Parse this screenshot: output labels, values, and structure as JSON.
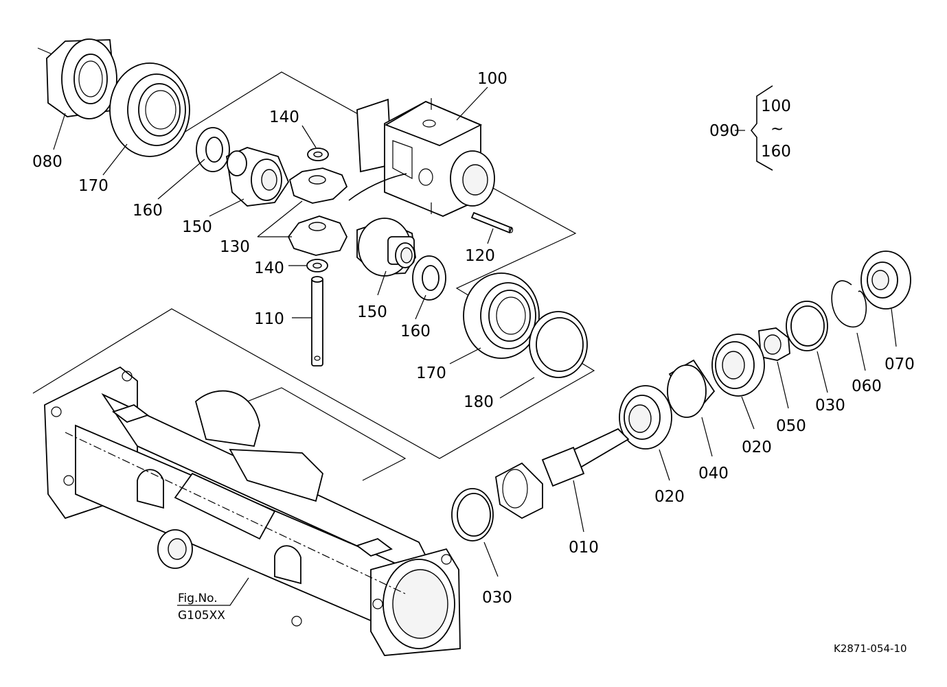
{
  "labels": {
    "p080": "080",
    "p170a": "170",
    "p160a": "160",
    "p150a": "150",
    "p140a": "140",
    "p130": "130",
    "p140b": "140",
    "p110": "110",
    "p150b": "150",
    "p160b": "160",
    "p100": "100",
    "p120": "120",
    "p170b": "170",
    "p180": "180",
    "p090": "090",
    "p090_from": "100",
    "p090_tilde": "~",
    "p090_to": "160",
    "p070": "070",
    "p060": "060",
    "p030a": "030",
    "p050": "050",
    "p020a": "020",
    "p040": "040",
    "p020b": "020",
    "p010": "010",
    "p030b": "030"
  },
  "figure_ref": {
    "line1": "Fig.No.",
    "line2": "G105XX"
  },
  "drawing_code": "K2871-054-10"
}
